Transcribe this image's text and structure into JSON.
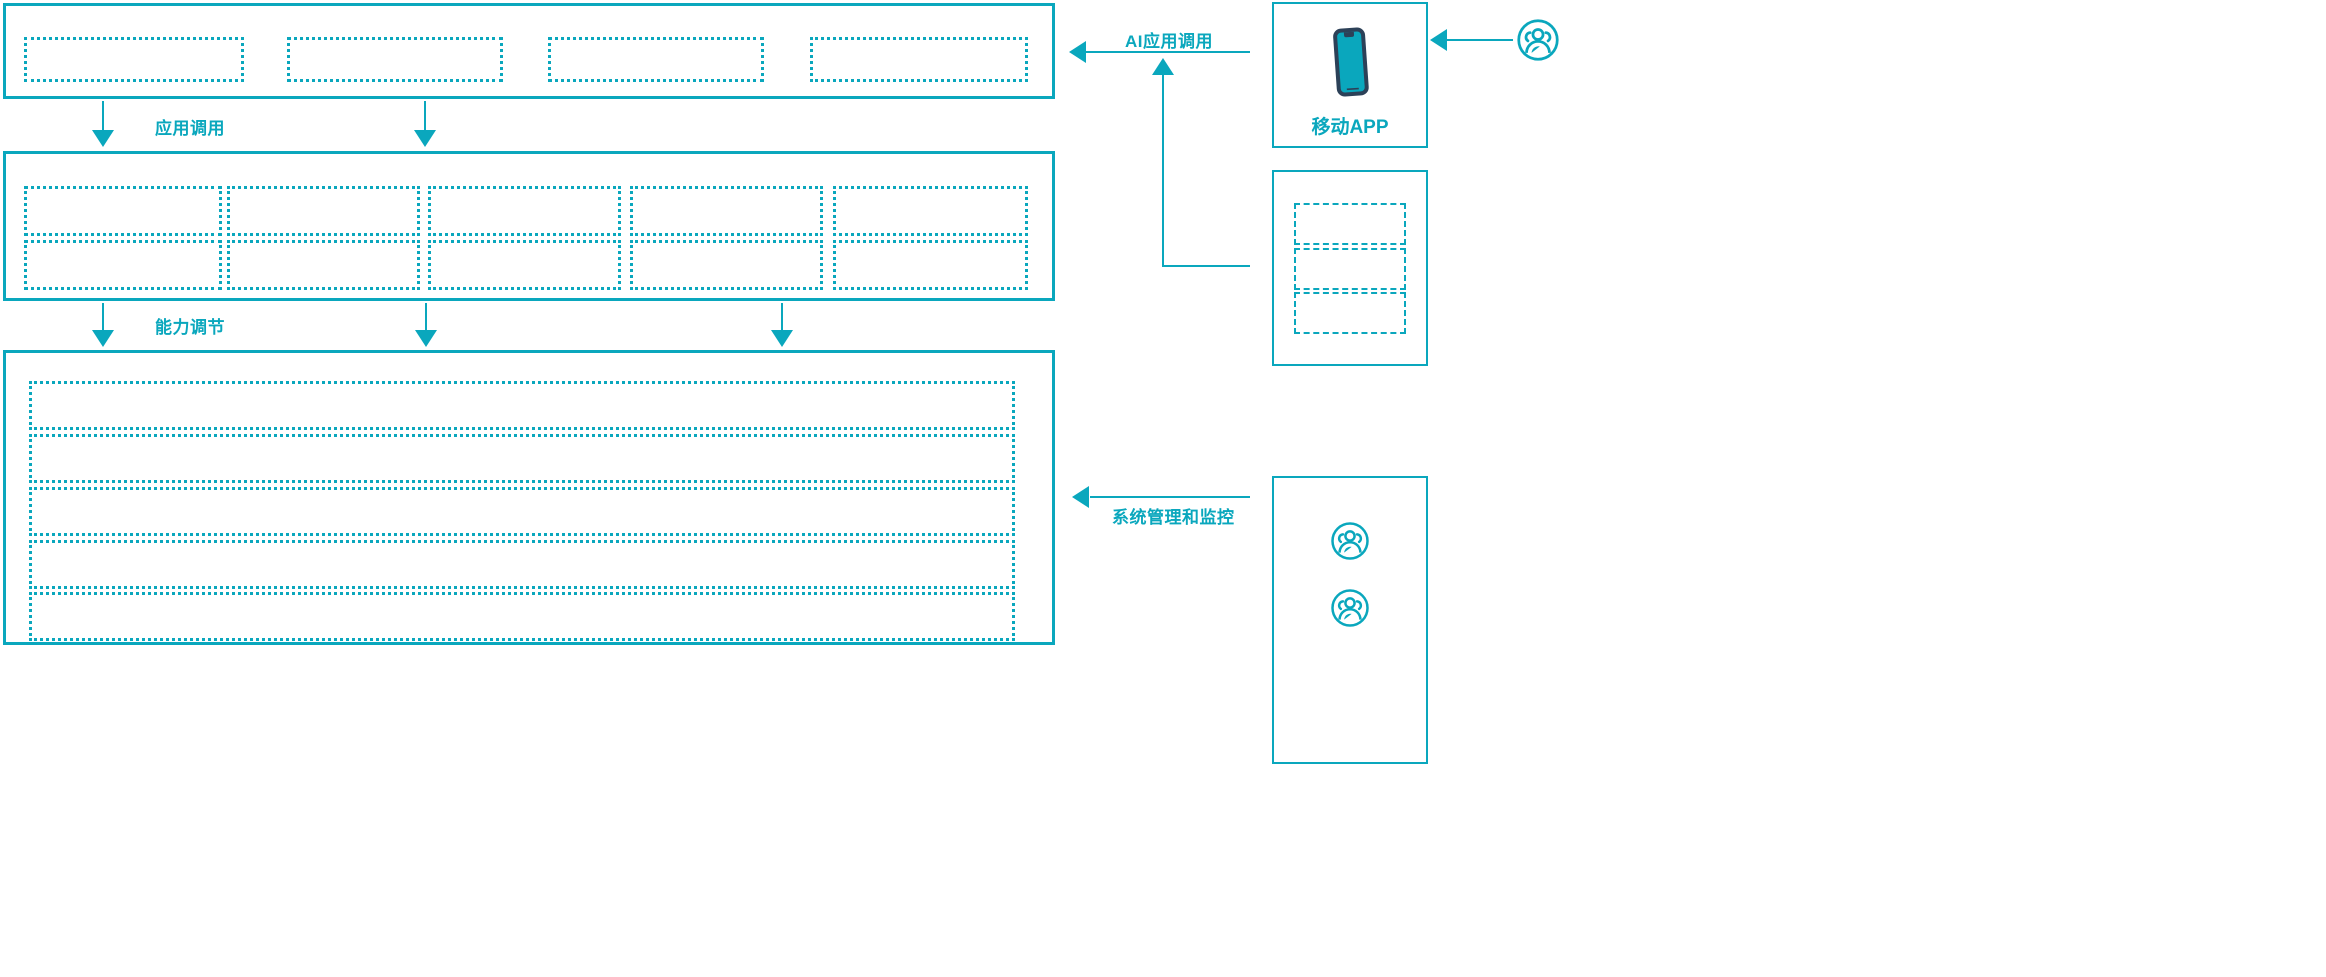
{
  "theme": {
    "accent": "#0AA7BD",
    "device_outline": "#2C4158",
    "background": "#FFFFFF"
  },
  "diagram": {
    "type": "layered-architecture",
    "orientation": "left-stack-with-right-clients"
  },
  "layers": [
    {
      "id": "application-layer",
      "name": "application-layer",
      "slot_count": 4,
      "slots": [
        {
          "id": "app-slot-1",
          "label": ""
        },
        {
          "id": "app-slot-2",
          "label": ""
        },
        {
          "id": "app-slot-3",
          "label": ""
        },
        {
          "id": "app-slot-4",
          "label": ""
        }
      ]
    },
    {
      "id": "capability-layer",
      "name": "capability-layer",
      "columns": 5,
      "rows": 2,
      "slots": [
        {
          "id": "cap-slot-r1c1",
          "label": ""
        },
        {
          "id": "cap-slot-r1c2",
          "label": ""
        },
        {
          "id": "cap-slot-r1c3",
          "label": ""
        },
        {
          "id": "cap-slot-r1c4",
          "label": ""
        },
        {
          "id": "cap-slot-r1c5",
          "label": ""
        },
        {
          "id": "cap-slot-r2c1",
          "label": ""
        },
        {
          "id": "cap-slot-r2c2",
          "label": ""
        },
        {
          "id": "cap-slot-r2c3",
          "label": ""
        },
        {
          "id": "cap-slot-r2c4",
          "label": ""
        },
        {
          "id": "cap-slot-r2c5",
          "label": ""
        }
      ]
    },
    {
      "id": "platform-layer",
      "name": "platform-layer",
      "slot_count": 5,
      "slots": [
        {
          "id": "plat-slot-1",
          "label": ""
        },
        {
          "id": "plat-slot-2",
          "label": ""
        },
        {
          "id": "plat-slot-3",
          "label": ""
        },
        {
          "id": "plat-slot-4",
          "label": ""
        },
        {
          "id": "plat-slot-5",
          "label": ""
        }
      ]
    }
  ],
  "connector_labels": {
    "app_call": "应用调用",
    "capability_adjust": "能力调节",
    "ai_app_call": "AI应用调用",
    "system_admin_monitor": "系统管理和监控"
  },
  "clients": {
    "mobile_app": {
      "id": "mobile-app-card",
      "caption": "移动APP",
      "icon": "smartphone-icon"
    },
    "channel_card": {
      "id": "channel-card",
      "caption": "",
      "slot_count": 3,
      "slots": [
        {
          "id": "channel-slot-1",
          "label": ""
        },
        {
          "id": "channel-slot-2",
          "label": ""
        },
        {
          "id": "channel-slot-3",
          "label": ""
        }
      ]
    },
    "operations_card": {
      "id": "operations-card",
      "caption": "",
      "icons": [
        "users-group-icon",
        "users-group-icon"
      ]
    },
    "end_user": {
      "id": "end-user-actor",
      "icon": "users-group-icon",
      "caption": ""
    }
  }
}
